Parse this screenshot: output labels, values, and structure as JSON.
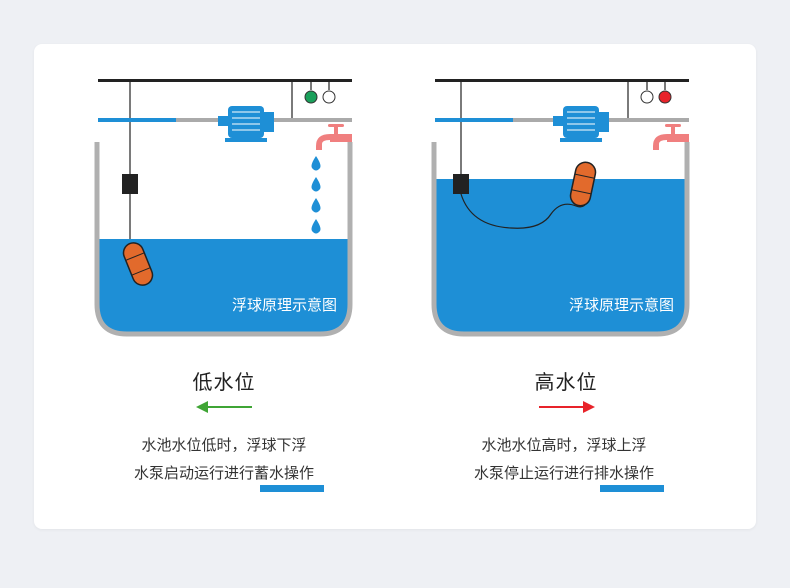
{
  "panels": [
    {
      "caption": "浮球原理示意图",
      "title": "低水位",
      "description_line1": "水池水位低时，浮球下浮",
      "description_line2": "水泵启动运行进行蓄水操作",
      "arrow_direction": "left",
      "arrow_color": "#3fa535",
      "indicator_lit_color": "#1aa05b",
      "water_level": "low"
    },
    {
      "caption": "浮球原理示意图",
      "title": "高水位",
      "description_line1": "水池水位高时，浮球上浮",
      "description_line2": "水泵停止运行进行排水操作",
      "arrow_direction": "right",
      "arrow_color": "#e8232a",
      "indicator_lit_color": "#e8232a",
      "water_level": "high"
    }
  ],
  "colors": {
    "water": "#1e8fd6",
    "tank_wall": "#b0b0b0",
    "pump": "#1e8fd6",
    "faucet": "#f07f7f",
    "float": "#e26a2c"
  }
}
